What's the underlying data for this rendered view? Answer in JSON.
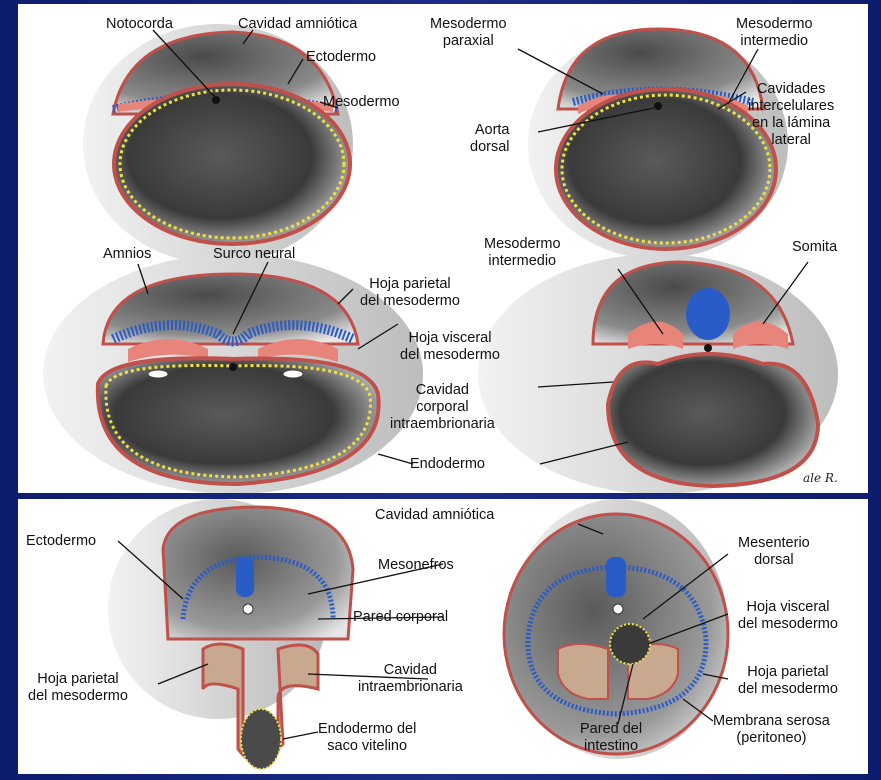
{
  "top": {
    "notocorda": "Notocorda",
    "cavidad_amniotica": "Cavidad amniótica",
    "ectodermo": "Ectodermo",
    "mesodermo": "Mesodermo",
    "mesodermo_paraxial": "Mesodermo\nparaxial",
    "mesodermo_intermedio_1": "Mesodermo\nintermedio",
    "cavidades": "Cavidades\nintercelulares\nen la lámina\nlateral",
    "aorta_dorsal": "Aorta\ndorsal",
    "amnios": "Amnios",
    "surco_neural": "Surco neural",
    "hoja_parietal": "Hoja parietal\ndel mesodermo",
    "hoja_visceral": "Hoja visceral\ndel mesodermo",
    "cavidad_corporal": "Cavidad\ncorporal\nintraembrionaria",
    "endodermo": "Endodermo",
    "mesodermo_intermedio_2": "Mesodermo\nintermedio",
    "somita": "Somita",
    "signature": "ale R."
  },
  "bottom": {
    "cavidad_amniotica": "Cavidad amniótica",
    "ectodermo": "Ectodermo",
    "mesonefros": "Mesonefros",
    "mesenterio_dorsal": "Mesenterio\ndorsal",
    "pared_corporal": "Pared corporal",
    "hoja_visceral": "Hoja visceral\ndel mesodermo",
    "hoja_parietal_left": "Hoja parietal\ndel mesodermo",
    "cavidad_intra": "Cavidad\nintraembrionaria",
    "hoja_parietal_right": "Hoja parietal\ndel mesodermo",
    "endodermo_saco": "Endodermo del\nsaco vitelino",
    "pared_intestino": "Pared del\nintestino",
    "membrana_serosa": "Membrana serosa\n(peritoneo)"
  },
  "colors": {
    "background_frame": "#1a2a7a",
    "panel": "#ffffff",
    "ectoderm_blue": "#2a5cc8",
    "mesoderm_pink": "#e8857a",
    "endoderm_yellow": "#f0e040",
    "outline_red": "#c0504a"
  }
}
